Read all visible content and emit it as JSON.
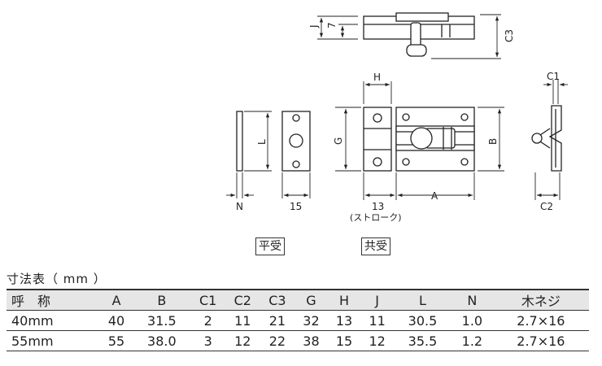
{
  "labels": {
    "J": "J",
    "seven": "7",
    "C3": "C3",
    "H": "H",
    "C1": "C1",
    "L": "L",
    "G": "G",
    "B": "B",
    "N": "N",
    "fifteen": "15",
    "thirteen": "13",
    "stroke": "(ストローク)",
    "A": "A",
    "C2": "C2"
  },
  "box_labels": [
    "平受",
    "共受"
  ],
  "table": {
    "caption": "寸法表（ mm ）",
    "headers": [
      "呼　称",
      "A",
      "B",
      "C1",
      "C2",
      "C3",
      "G",
      "H",
      "J",
      "L",
      "N",
      "木ネジ"
    ],
    "rows": [
      [
        "40mm",
        "40",
        "31.5",
        "2",
        "11",
        "21",
        "32",
        "13",
        "11",
        "30.5",
        "1.0",
        "2.7×16"
      ],
      [
        "55mm",
        "55",
        "38.0",
        "3",
        "12",
        "22",
        "38",
        "15",
        "12",
        "35.5",
        "1.2",
        "2.7×16"
      ]
    ]
  }
}
